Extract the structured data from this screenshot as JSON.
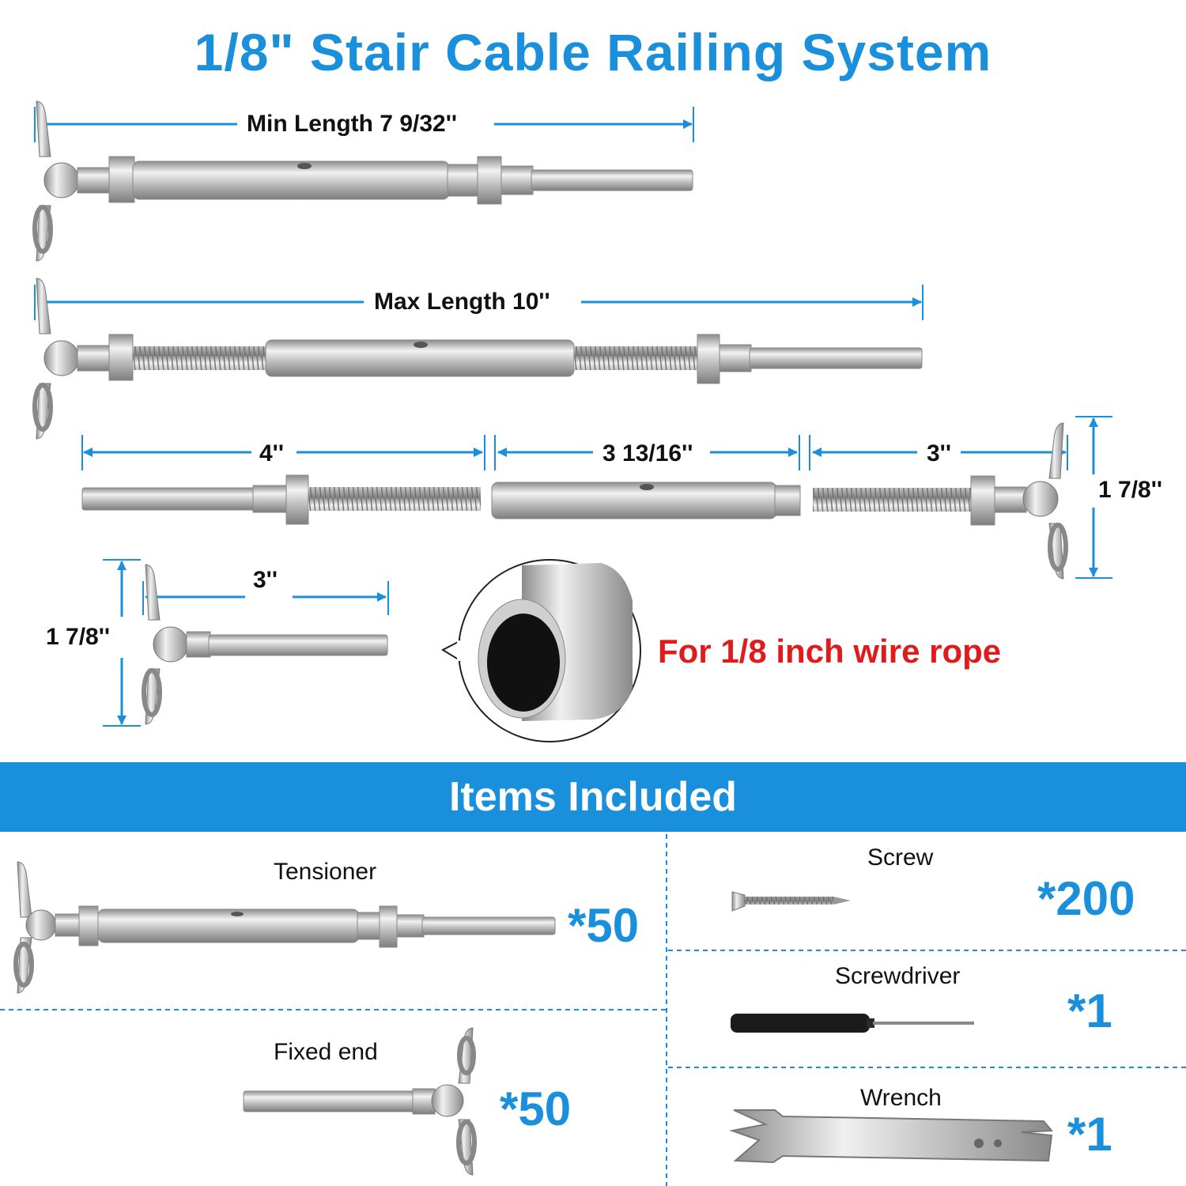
{
  "title": "1/8\" Stair Cable Railing System",
  "dimensions": {
    "min_length": "Min Length 7 9/32''",
    "max_length": "Max Length 10''",
    "part_a": "4''",
    "part_b": "3 13/16''",
    "part_c": "3''",
    "height_right": "1 7/8''",
    "fixed_width": "3''",
    "fixed_height": "1 7/8''"
  },
  "callout": "For 1/8 inch wire rope",
  "banner": "Items Included",
  "items": [
    {
      "name": "Tensioner",
      "qty": "*50"
    },
    {
      "name": "Fixed end",
      "qty": "*50"
    },
    {
      "name": "Screw",
      "qty": "*200"
    },
    {
      "name": "Screwdriver",
      "qty": "*1"
    },
    {
      "name": "Wrench",
      "qty": "*1"
    }
  ],
  "colors": {
    "accent": "#1a8fdb",
    "callout": "#e01b1b",
    "steel": "#c8c8c8"
  }
}
